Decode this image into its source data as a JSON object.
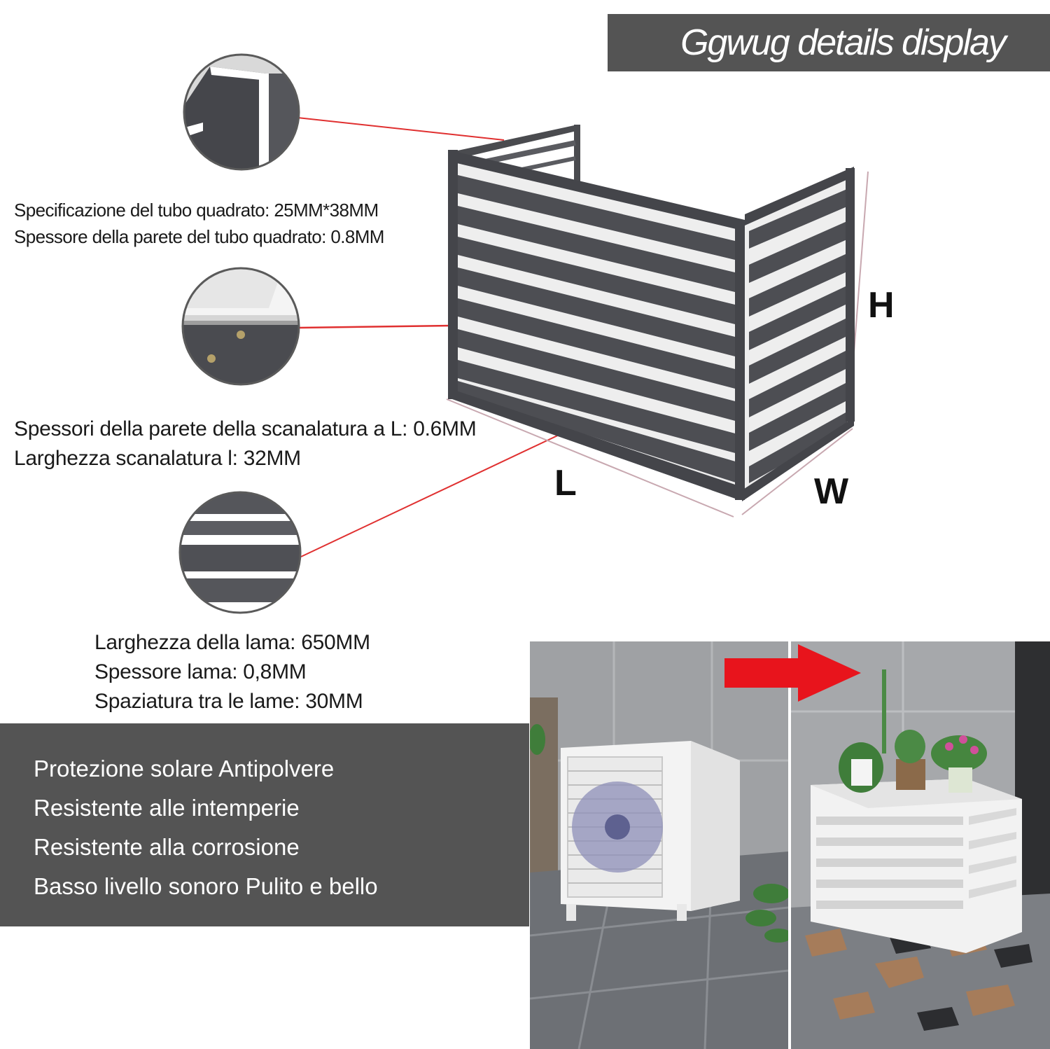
{
  "header": {
    "title": "Ggwug details display"
  },
  "specs": {
    "tube": [
      "Specificazione del tubo quadrato: 25MM*38MM",
      "Spessore della parete del tubo quadrato: 0.8MM"
    ],
    "groove": [
      "Spessori della parete della scanalatura a L: 0.6MM",
      "Larghezza scanalatura l: 32MM"
    ],
    "blade": [
      "Larghezza della lama: 650MM",
      "Spessore lama: 0,8MM",
      "Spaziatura tra le lame: 30MM"
    ]
  },
  "dimensions": {
    "height": "H",
    "length": "L",
    "width": "W"
  },
  "features": [
    "Protezione solare  Antipolvere",
    "Resistente alle intemperie",
    "Resistente alla corrosione",
    "Basso livello sonoro  Pulito e bello"
  ],
  "colors": {
    "banner": "#545454",
    "frame": "#4a4b4f",
    "callout_line": "#e03030",
    "arrow": "#e8141c"
  },
  "icons": [
    "tube-detail-icon",
    "groove-detail-icon",
    "blade-detail-icon",
    "red-arrow-icon"
  ]
}
